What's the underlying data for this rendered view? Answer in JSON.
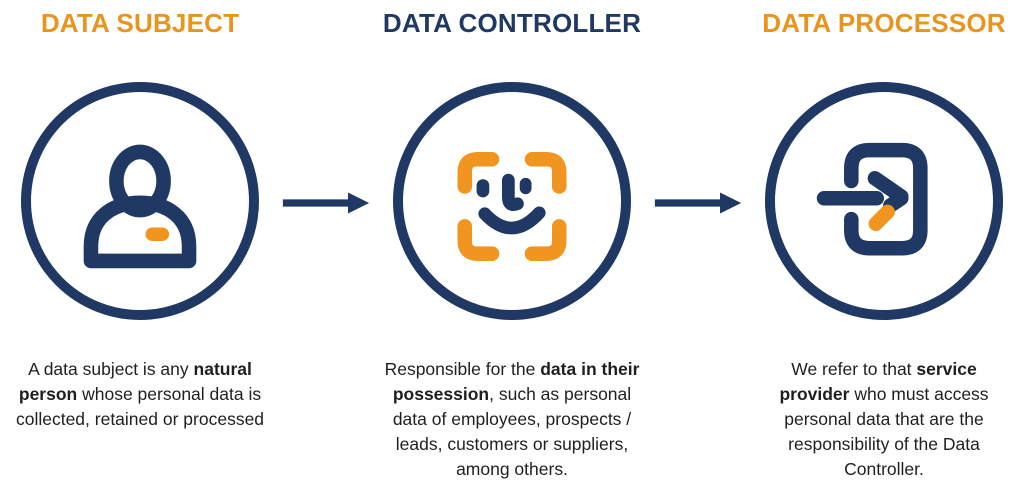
{
  "diagram_title": "GDPR roles diagram",
  "colors": {
    "navy": "#1F3864",
    "orange": "#E8941D",
    "icon_orange": "#F0951F",
    "body_text": "#1F1F1F",
    "background": "#FFFFFF"
  },
  "columns": [
    {
      "id": "data-subject",
      "title": "DATA SUBJECT",
      "title_color": "#E8941D",
      "icon": "person-icon",
      "description": {
        "pre": "A data subject is any ",
        "bold": "natural person",
        "post": " whose personal data is collected, retained or processed"
      }
    },
    {
      "id": "data-controller",
      "title": "DATA CONTROLLER",
      "title_color": "#1F3864",
      "icon": "face-scan-icon",
      "description": {
        "pre": "Responsible for the ",
        "bold": "data in their possession",
        "post": ", such as personal data of employees, prospects / leads, customers or suppliers, among others."
      }
    },
    {
      "id": "data-processor",
      "title": "DATA PROCESSOR",
      "title_color": "#E8941D",
      "icon": "login-arrow-icon",
      "description": {
        "pre": "We refer to that ",
        "bold": "service provider",
        "post": " who must access personal data that are the responsibility of the Data Controller."
      }
    }
  ],
  "arrows": [
    {
      "id": "flow-arrow-1",
      "direction": "right",
      "from": "data-subject",
      "to": "data-controller"
    },
    {
      "id": "flow-arrow-2",
      "direction": "right",
      "from": "data-controller",
      "to": "data-processor"
    }
  ]
}
